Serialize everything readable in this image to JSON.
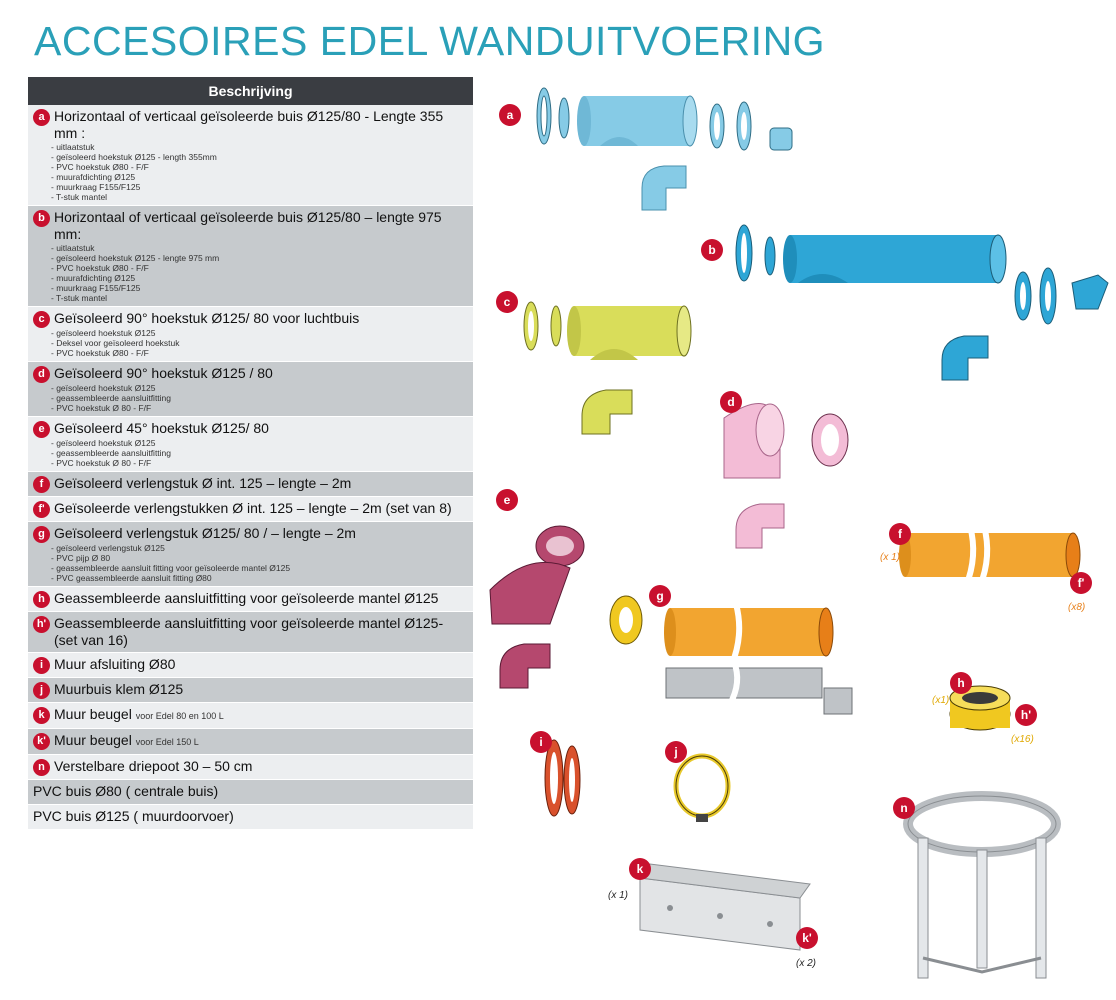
{
  "page": {
    "title": "ACCESOIRES EDEL WANDUITVOERING"
  },
  "table": {
    "header": "Beschrijving",
    "rows": [
      {
        "badge": "a",
        "title": "Horizontaal of verticaal geïsoleerde buis Ø125/80 - Lengte 355 mm :",
        "items": [
          "- uitlaatstuk",
          "- geïsoleerd hoekstuk Ø125 - length 355mm",
          "- PVC hoekstuk Ø80 - F/F",
          "- muurafdichting Ø125",
          "- muurkraag F155/F125",
          "- T-stuk mantel"
        ]
      },
      {
        "badge": "b",
        "title": "Horizontaal of verticaal geïsoleerde buis Ø125/80 – lengte 975 mm:",
        "items": [
          "- uitlaatstuk",
          "- geïsoleerd hoekstuk Ø125 - lengte 975 mm",
          "- PVC hoekstuk  Ø80 - F/F",
          "- muurafdichting Ø125",
          "- muurkraag F155/F125",
          "- T-stuk mantel"
        ]
      },
      {
        "badge": "c",
        "title": "Geïsoleerd 90° hoekstuk Ø125/ 80  voor luchtbuis",
        "items": [
          "- geïsoleerd hoekstuk  Ø125",
          "- Deksel voor geïsoleerd hoekstuk",
          "- PVC hoekstuk  Ø80 - F/F"
        ]
      },
      {
        "badge": "d",
        "title": "Geïsoleerd 90° hoekstuk Ø125 / 80",
        "items": [
          "- geïsoleerd hoekstuk Ø125",
          "- geassembleerde aansluitfitting",
          "- PVC hoekstuk Ø 80 - F/F"
        ]
      },
      {
        "badge": "e",
        "title": "Geïsoleerd 45° hoekstuk Ø125/ 80",
        "items": [
          "- geïsoleerd hoekstuk Ø125",
          "- geassembleerde aansluitfitting",
          "- PVC hoekstuk Ø 80 - F/F"
        ]
      },
      {
        "badge": "f",
        "title": "Geïsoleerd verlengstuk Ø int. 125 – lengte – 2m",
        "items": []
      },
      {
        "badge": "f'",
        "title": "Geïsoleerde verlengstukken Ø int. 125 – lengte – 2m (set van 8)",
        "items": []
      },
      {
        "badge": "g",
        "title": "Geïsoleerd verlengstuk Ø125/ 80 / – lengte – 2m",
        "items": [
          "- geïsoleerd verlengstuk Ø125",
          "- PVC pijp Ø 80",
          "- geassembleerde aansluit fitting voor geïsoleerde mantel Ø125",
          "- PVC geassembleerde aansluit fitting Ø80"
        ]
      },
      {
        "badge": "h",
        "title": "Geassembleerde aansluitfitting voor geïsoleerde mantel Ø125",
        "items": []
      },
      {
        "badge": "h'",
        "title": "Geassembleerde aansluitfitting voor geïsoleerde mantel Ø125- (set van 16)",
        "items": []
      },
      {
        "badge": "i",
        "title": "Muur afsluiting Ø80",
        "items": []
      },
      {
        "badge": "j",
        "title": "Muurbuis klem  Ø125",
        "items": []
      },
      {
        "badge": "k",
        "title": "Muur beugel",
        "note": "voor Edel 80 en 100 L",
        "items": []
      },
      {
        "badge": "k'",
        "title": "Muur beugel",
        "note": "voor Edel 150 L",
        "items": []
      },
      {
        "badge": "n",
        "title": "Verstelbare driepoot 30 – 50 cm",
        "items": []
      },
      {
        "badge": "",
        "title": "PVC buis Ø80 ( centrale buis)",
        "items": []
      },
      {
        "badge": "",
        "title": "PVC buis Ø125 ( muurdoorvoer)",
        "items": []
      }
    ]
  },
  "illustration": {
    "labels": [
      "a",
      "b",
      "c",
      "d",
      "e",
      "f",
      "f'",
      "g",
      "h",
      "h'",
      "i",
      "j",
      "k",
      "k'",
      "n"
    ],
    "quantities": {
      "f": "(x 1)",
      "f_prime": "(x8)",
      "h": "(x1)",
      "h_prime": "(x16)",
      "k": "(x 1)",
      "k_prime": "(x 2)"
    },
    "colors": {
      "a": "#86cbe6",
      "b": "#2ea6d6",
      "c": "#d9dd5a",
      "d": "#f3bcd6",
      "e": "#b5486e",
      "f": "#f2a530",
      "g": "#f2a530",
      "h": "#f0c820",
      "i": "#d9512c",
      "j": "#e8c92c",
      "k": "#cfd2d4",
      "n": "#e4e7ea",
      "badge": "#c8102e",
      "title": "#2aa0b8"
    }
  }
}
